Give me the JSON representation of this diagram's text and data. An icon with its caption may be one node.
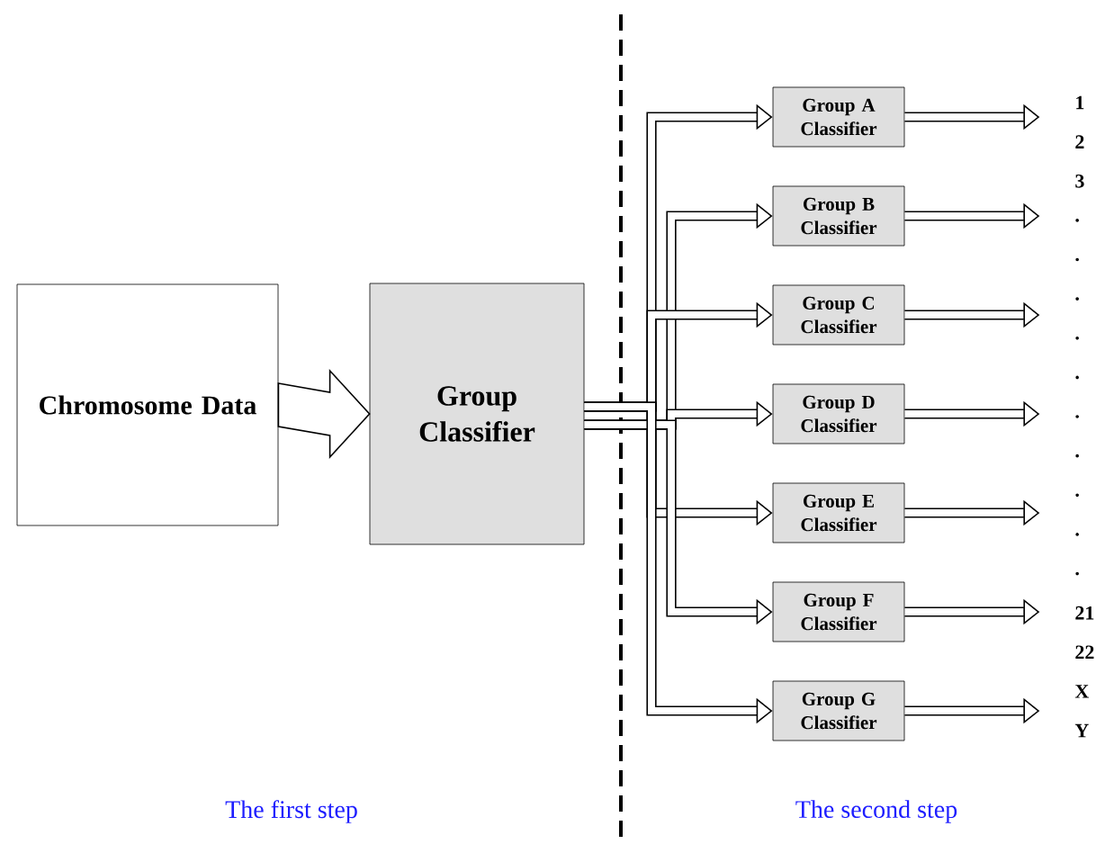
{
  "diagram": {
    "nodes": [
      {
        "text": [
          "Chromosome Data"
        ]
      },
      {
        "text": [
          "Group Classifier"
        ]
      },
      {
        "text": [
          "Group A Classifier"
        ]
      },
      {
        "text": [
          "Group B Classifier"
        ]
      },
      {
        "text": [
          "Group C Classifier"
        ]
      },
      {
        "text": [
          "Group D Classifier"
        ]
      },
      {
        "text": [
          "Group E Classifier"
        ]
      },
      {
        "text": [
          "Group F Classifier"
        ]
      },
      {
        "text": [
          "Group G Classifier"
        ]
      }
    ],
    "edges": [
      {
        "from": 0,
        "to": 1,
        "arrow": "to"
      },
      {
        "from": 1,
        "to": 2,
        "arrow": "to"
      },
      {
        "from": 1,
        "to": 3,
        "arrow": "to"
      },
      {
        "from": 1,
        "to": 4,
        "arrow": "to"
      },
      {
        "from": 1,
        "to": 5,
        "arrow": "to"
      },
      {
        "from": 1,
        "to": 6,
        "arrow": "to"
      },
      {
        "from": 1,
        "to": 7,
        "arrow": "to"
      },
      {
        "from": 1,
        "to": 8,
        "arrow": "to"
      },
      {
        "from": 2,
        "to": null,
        "arrow": "to"
      },
      {
        "from": 3,
        "to": null,
        "arrow": "to"
      },
      {
        "from": 4,
        "to": null,
        "arrow": "to"
      },
      {
        "from": 5,
        "to": null,
        "arrow": "to"
      },
      {
        "from": 6,
        "to": null,
        "arrow": "to"
      },
      {
        "from": 7,
        "to": null,
        "arrow": "to"
      },
      {
        "from": 8,
        "to": null,
        "arrow": "to"
      }
    ],
    "labels": [
      "1",
      "2",
      "3",
      ".",
      ".",
      ".",
      ".",
      ".",
      ".",
      ".",
      ".",
      ".",
      ".",
      "21",
      "22",
      "X",
      "Y",
      "The first step",
      "The second step"
    ]
  }
}
